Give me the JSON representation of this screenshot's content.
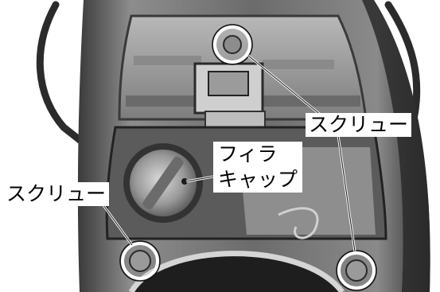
{
  "labels": {
    "screw_right": "スクリュー",
    "screw_left": "スクリュー",
    "filler_cap_line1": "フィラ",
    "filler_cap_line2": "キャップ"
  },
  "colors": {
    "background": "#ffffff",
    "photo_dark": "#1c1c1c",
    "photo_mid": "#7a7a7a",
    "photo_light": "#bdbdbd",
    "callout_circle": "#ffffff",
    "leader_line": "#ffffff"
  }
}
